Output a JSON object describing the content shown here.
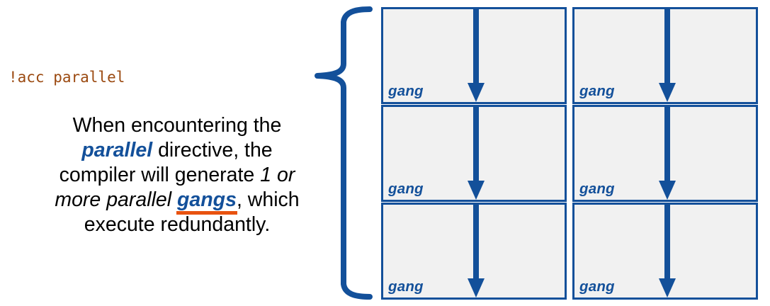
{
  "slide": {
    "title_code": "!acc parallel",
    "description": {
      "seg1": "When encountering the ",
      "emph_parallel": "parallel",
      "seg2": " directive, the compiler will generate ",
      "emph_count": "1 or more parallel",
      "seg3": " ",
      "emph_gangs": "gangs",
      "seg4": ", which execute redundantly."
    },
    "brace_icon": "left-curly-brace-icon",
    "colors": {
      "accent_blue": "#13509a",
      "code_brown": "#9b4a11",
      "underline_orange": "#e8520f",
      "box_fill": "#f1f1f1",
      "text_black": "#000000",
      "background": "#ffffff"
    }
  },
  "gang_grid": {
    "columns": 2,
    "rows": 3,
    "arrow_icon": "down-arrow-icon",
    "boxes": [
      {
        "label": "gang"
      },
      {
        "label": "gang"
      },
      {
        "label": "gang"
      },
      {
        "label": "gang"
      },
      {
        "label": "gang"
      },
      {
        "label": "gang"
      }
    ]
  }
}
